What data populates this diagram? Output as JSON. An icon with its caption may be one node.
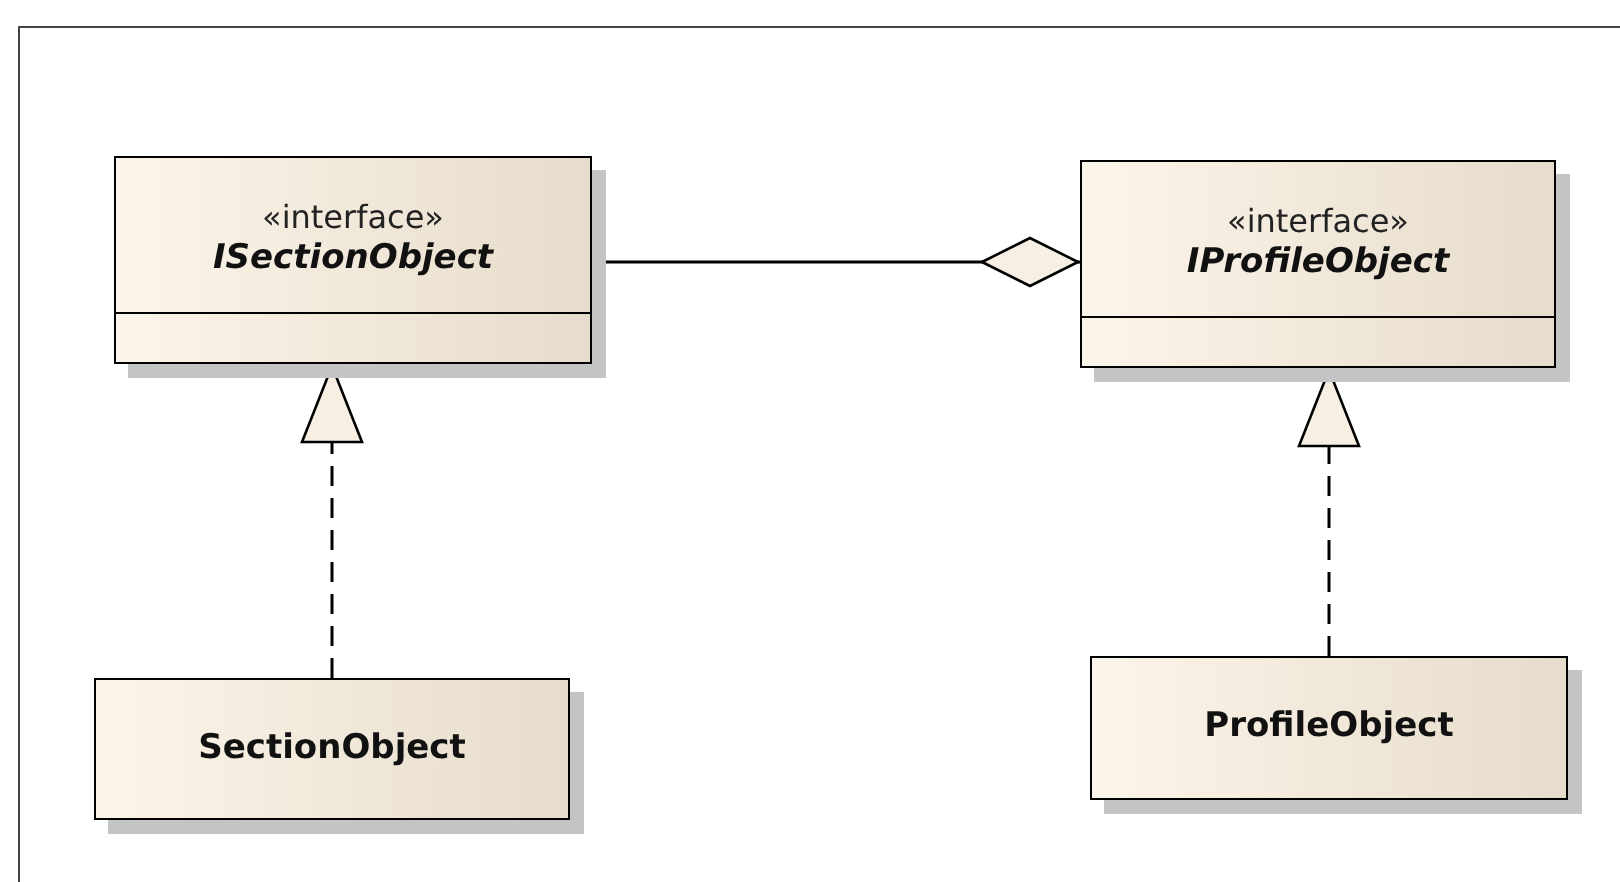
{
  "diagram": {
    "nodes": [
      {
        "text": [
          "«interface»",
          "ISectionObject"
        ]
      },
      {
        "text": [
          "«interface»",
          "IProfileObject"
        ]
      },
      {
        "text": [
          "SectionObject"
        ]
      },
      {
        "text": [
          "ProfileObject"
        ]
      }
    ],
    "edges": [
      {
        "from": 0,
        "to": 1,
        "arrow": "other"
      },
      {
        "from": 2,
        "to": 0,
        "arrow": "to",
        "style": "dashed"
      },
      {
        "from": 3,
        "to": 1,
        "arrow": "to",
        "style": "dashed"
      }
    ]
  }
}
